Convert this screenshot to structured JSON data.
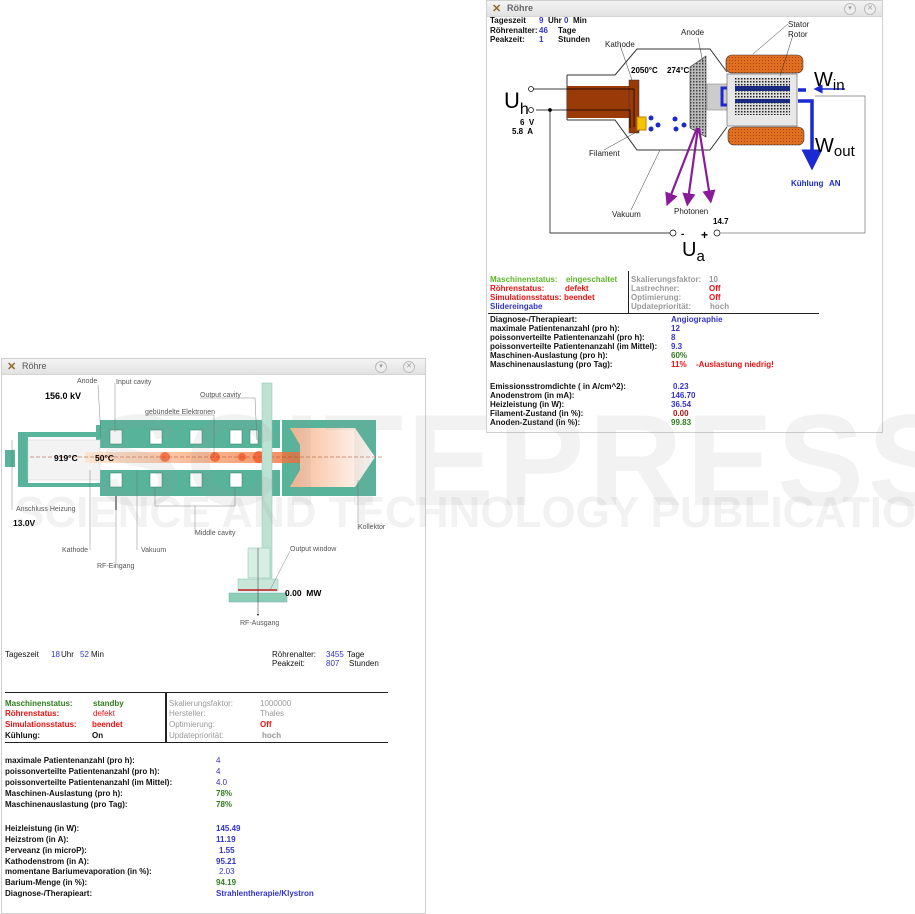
{
  "watermark": {
    "line1": "SCITEPRESS",
    "line2": "SCIENCE AND TECHNOLOGY PUBLICATIONS"
  },
  "right_window": {
    "title": "Röhre",
    "time": {
      "label": "Tageszeit",
      "hour": "9",
      "hour_unit": "Uhr",
      "min": "0",
      "min_unit": "Min"
    },
    "age": {
      "label": "Röhrenalter:",
      "value": "46",
      "unit": "Tage"
    },
    "peak": {
      "label": "Peakzeit:",
      "value": "1",
      "unit": "Stunden"
    },
    "diagram": {
      "kathode": "Kathode",
      "anode": "Anode",
      "stator": "Stator",
      "rotor": "Rotor",
      "temp_cathode": "2050°C",
      "temp_anode": "274°C",
      "uh": "U",
      "uh_sub": "h",
      "voltage": "6  V",
      "current": "5.8  A",
      "filament": "Filament",
      "vakuum": "Vakuum",
      "photonen": "Photonen",
      "win": "W",
      "win_sub": "in",
      "wout": "W",
      "wout_sub": "out",
      "kuehlung_label": "Kühlung",
      "kuehlung_value": "AN",
      "ua_value": "14.7",
      "minus": "-",
      "plus": "+",
      "ua": "U",
      "ua_sub": "a"
    },
    "status": {
      "left": [
        {
          "label": "Maschinenstatus:",
          "value": "eingeschaltet"
        },
        {
          "label": "Röhrenstatus:",
          "value": "defekt"
        },
        {
          "label": "Simulationsstatus:",
          "value": "beendet"
        },
        {
          "label": "Slidereingabe",
          "value": ""
        }
      ],
      "right": [
        {
          "label": "Skalierungsfaktor:",
          "value": "10"
        },
        {
          "label": "Lastrechner:",
          "value": "Off"
        },
        {
          "label": "Optimierung:",
          "value": "Off"
        },
        {
          "label": "Updatepriorität:",
          "value": "hoch"
        }
      ]
    },
    "info": [
      {
        "label": "Diagnose-/Therapieart:",
        "value": "Angiographie"
      },
      {
        "label": "maximale Patientenanzahl (pro h):",
        "value": "12"
      },
      {
        "label": "poissonverteilte Patientenanzahl (pro h):",
        "value": "8"
      },
      {
        "label": "poissonverteilte Patientenanzahl (im Mittel):",
        "value": "9.3"
      },
      {
        "label": "Maschinen-Auslastung (pro h):",
        "value": "60%"
      },
      {
        "label": "Maschinenauslastung (pro Tag):",
        "value": "11%",
        "note": "-Auslastung niedrig!"
      }
    ],
    "metrics": [
      {
        "label": "Emissionsstromdichte ( in A/cm^2):",
        "value": "0.23"
      },
      {
        "label": "Anodenstrom (in mA):",
        "value": "146.70"
      },
      {
        "label": "Heizleistung (in W):",
        "value": "36.54"
      },
      {
        "label": "Filament-Zustand (in %):",
        "value": "0.00"
      },
      {
        "label": "Anoden-Zustand (in %):",
        "value": "99.83"
      }
    ]
  },
  "left_window": {
    "title": "Röhre",
    "diagram": {
      "anode": "Anode",
      "voltage": "156.0 kV",
      "input_cavity": "Input cavity",
      "output_cavity": "Output cavity",
      "bundled": "gebündelte Elektronen",
      "temp1": "919°C",
      "temp2": "50°C",
      "heater": "Anschluss Heizung",
      "heater_voltage": "13.0V",
      "kathode": "Kathode",
      "vakuum": "Vakuum",
      "rf_in": "RF-Eingang",
      "middle_cavity": "Middle cavity",
      "kollektor": "Kollektor",
      "output_window": "Output window",
      "power": "0.00  MW",
      "rf_out": "RF-Ausgang"
    },
    "time": {
      "label": "Tageszeit",
      "hour": "18",
      "hour_unit": "Uhr",
      "min": "52",
      "min_unit": "Min"
    },
    "age": {
      "label": "Röhrenalter:",
      "value": "3455",
      "unit": "Tage"
    },
    "peak": {
      "label": "Peakzeit:",
      "value": "807",
      "unit": "Stunden"
    },
    "status": {
      "left": [
        {
          "label": "Maschinenstatus:",
          "value": "standby"
        },
        {
          "label": "Röhrenstatus:",
          "value": "defekt"
        },
        {
          "label": "Simulationsstatus:",
          "value": "beendet"
        },
        {
          "label": "Kühlung:",
          "value": "On"
        }
      ],
      "right": [
        {
          "label": "Skalierungsfaktor:",
          "value": "1000000"
        },
        {
          "label": "Hersteller:",
          "value": "Thales"
        },
        {
          "label": "Optimierung:",
          "value": "Off"
        },
        {
          "label": "Updatepriorität:",
          "value": "hoch"
        }
      ]
    },
    "info": [
      {
        "label": "maximale Patientenanzahl (pro h):",
        "value": "4"
      },
      {
        "label": "poissonverteilte Patientenanzahl (pro h):",
        "value": "4"
      },
      {
        "label": "poissonverteilte Patientenanzahl (im Mittel):",
        "value": "4.0"
      },
      {
        "label": "Maschinen-Auslastung (pro h):",
        "value": "78%"
      },
      {
        "label": "Maschinenauslastung (pro Tag):",
        "value": "78%"
      }
    ],
    "metrics": [
      {
        "label": "Heizleistung (in W):",
        "value": "145.49"
      },
      {
        "label": "Heizstrom (in A):",
        "value": "11.19"
      },
      {
        "label": "Perveanz (in microP):",
        "value": "1.55"
      },
      {
        "label": "Kathodenstrom (in A):",
        "value": "95.21"
      },
      {
        "label": "momentane Bariumevaporation (in %):",
        "value": "2.03"
      },
      {
        "label": "Barium-Menge (in %):",
        "value": "94.19"
      },
      {
        "label": "Diagnose-/Therapieart:",
        "value": "Strahlentherapie/Klystron"
      }
    ]
  }
}
